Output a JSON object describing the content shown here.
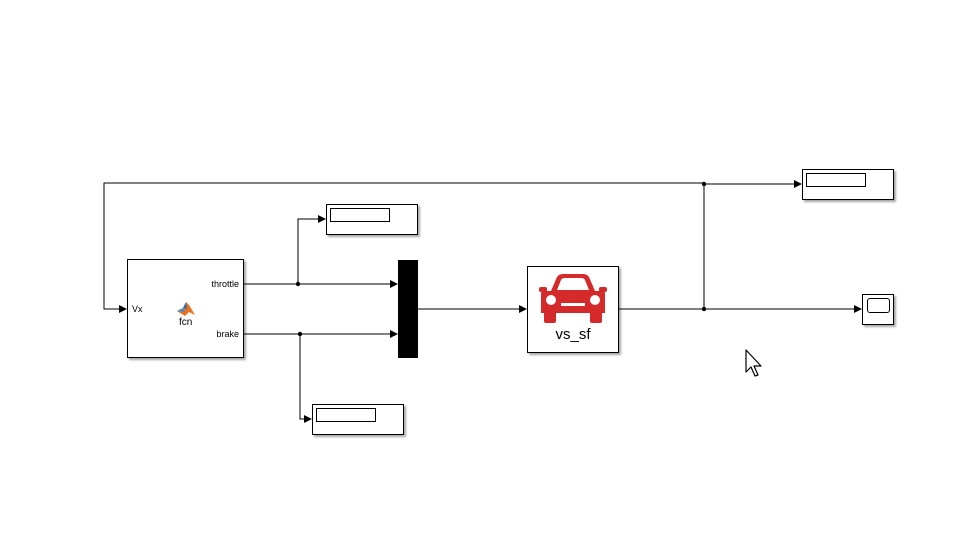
{
  "fcn_block": {
    "input_port": "Vx",
    "output_ports": [
      "throttle",
      "brake"
    ],
    "name": "fcn",
    "icon": "matlab-logo-icon"
  },
  "vehicle_block": {
    "name": "vs_sf",
    "icon": "car-icon",
    "icon_color": "#d42a2a"
  },
  "display_blocks": 3,
  "mux_block": {
    "color": "#000000"
  },
  "scope_block": {
    "icon": "scope-icon"
  },
  "cursor": {
    "icon": "mouse-pointer-icon"
  }
}
